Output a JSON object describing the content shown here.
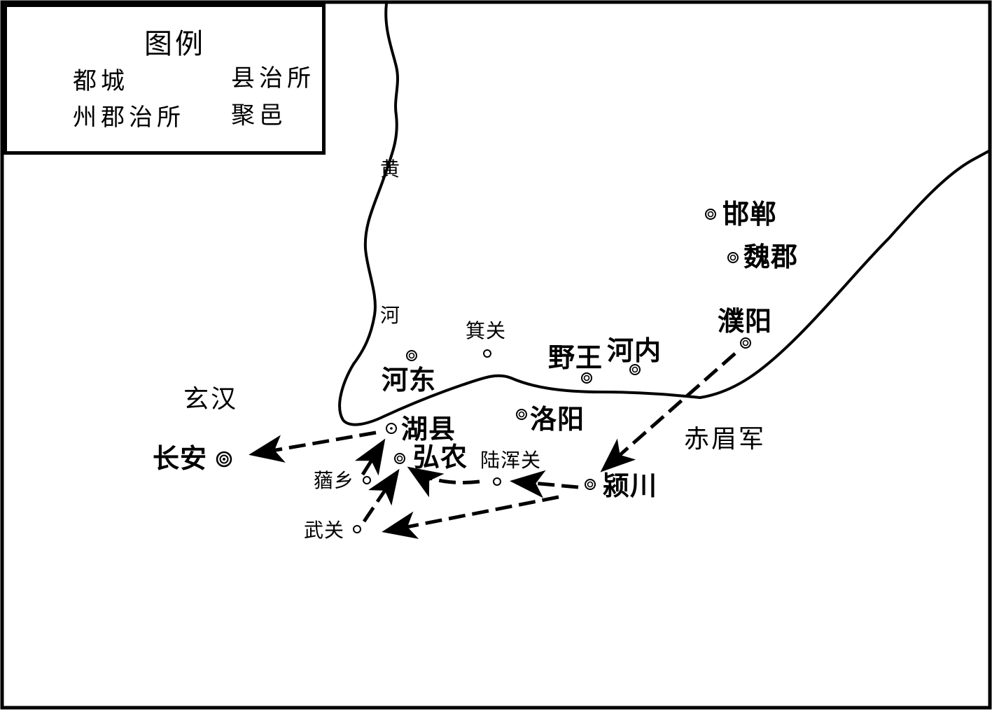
{
  "legend": {
    "title": "图例",
    "items": [
      {
        "label": "都城",
        "symbol": "capital"
      },
      {
        "label": "县治所",
        "symbol": "county-seat"
      },
      {
        "label": "州郡治所",
        "symbol": "prefecture-seat"
      },
      {
        "label": "聚邑",
        "symbol": "town"
      }
    ]
  },
  "river": {
    "chars": [
      "黄",
      "河"
    ]
  },
  "places": {
    "handan": "邯郸",
    "weijun": "魏郡",
    "puyang": "濮阳",
    "jiguan": "箕关",
    "yewang": "野王",
    "henei": "河内",
    "hedong": "河东",
    "luoyang": "洛阳",
    "huxian": "湖县",
    "hongnong": "弘农",
    "luhunguan": "陆浑关",
    "yingchuan": "颍川",
    "changan": "长安",
    "mouxiang": "蕕乡",
    "wuguan": "武关"
  },
  "factions": {
    "xuanhan": "玄汉",
    "chimei": "赤眉军"
  },
  "colors": {
    "ink": "#000000",
    "background": "#ffffff"
  }
}
